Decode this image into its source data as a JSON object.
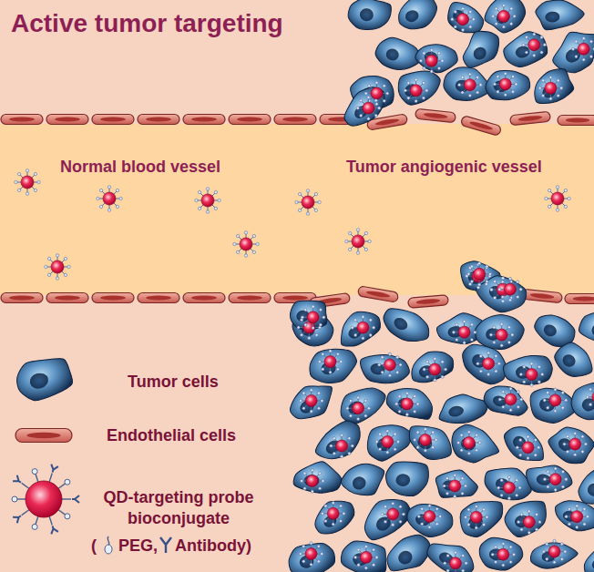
{
  "diagram": {
    "title": "Active tumor targeting",
    "labels": [
      "Normal blood vessel",
      "Tumor angiogenic vessel",
      "("
    ],
    "legend": [
      {
        "text": "Tumor cells"
      },
      {
        "text": "Endothelial cells"
      },
      {
        "text": "QD-targeting probe bioconjugate"
      },
      {
        "text": "PEG,"
      },
      {
        "text": "Antibody)"
      }
    ]
  }
}
